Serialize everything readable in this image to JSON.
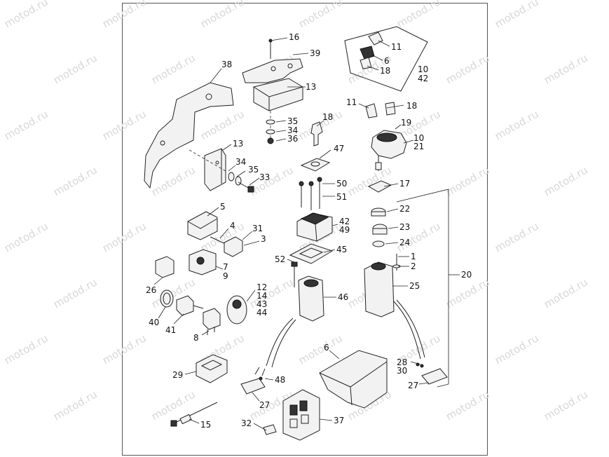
{
  "watermark": {
    "text": "motod.ru"
  },
  "callouts": [
    {
      "id": "c16",
      "text": "16"
    },
    {
      "id": "c39",
      "text": "39"
    },
    {
      "id": "c38",
      "text": "38"
    },
    {
      "id": "c13a",
      "text": "13"
    },
    {
      "id": "c11a",
      "text": "11"
    },
    {
      "id": "c6a",
      "text": "6"
    },
    {
      "id": "c18a",
      "text": "18"
    },
    {
      "id": "c10a",
      "text": "10"
    },
    {
      "id": "c42a",
      "text": "42"
    },
    {
      "id": "c11b",
      "text": "11"
    },
    {
      "id": "c18b",
      "text": "18"
    },
    {
      "id": "c19",
      "text": "19"
    },
    {
      "id": "c10b",
      "text": "10"
    },
    {
      "id": "c21",
      "text": "21"
    },
    {
      "id": "c35a",
      "text": "35"
    },
    {
      "id": "c34a",
      "text": "34"
    },
    {
      "id": "c36",
      "text": "36"
    },
    {
      "id": "c18c",
      "text": "18"
    },
    {
      "id": "c13b",
      "text": "13"
    },
    {
      "id": "c47",
      "text": "47"
    },
    {
      "id": "c34b",
      "text": "34"
    },
    {
      "id": "c35b",
      "text": "35"
    },
    {
      "id": "c33",
      "text": "33"
    },
    {
      "id": "c50",
      "text": "50"
    },
    {
      "id": "c17",
      "text": "17"
    },
    {
      "id": "c51",
      "text": "51"
    },
    {
      "id": "c5",
      "text": "5"
    },
    {
      "id": "c22",
      "text": "22"
    },
    {
      "id": "c4",
      "text": "4"
    },
    {
      "id": "c31",
      "text": "31"
    },
    {
      "id": "c42b",
      "text": "42"
    },
    {
      "id": "c49",
      "text": "49"
    },
    {
      "id": "c23",
      "text": "23"
    },
    {
      "id": "c3",
      "text": "3"
    },
    {
      "id": "c24",
      "text": "24"
    },
    {
      "id": "c45",
      "text": "45"
    },
    {
      "id": "c1",
      "text": "1"
    },
    {
      "id": "c52",
      "text": "52"
    },
    {
      "id": "c7",
      "text": "7"
    },
    {
      "id": "c2",
      "text": "2"
    },
    {
      "id": "c9",
      "text": "9"
    },
    {
      "id": "c20",
      "text": "20"
    },
    {
      "id": "c26",
      "text": "26"
    },
    {
      "id": "c25",
      "text": "25"
    },
    {
      "id": "c12",
      "text": "12"
    },
    {
      "id": "c14",
      "text": "14"
    },
    {
      "id": "c43",
      "text": "43"
    },
    {
      "id": "c44",
      "text": "44"
    },
    {
      "id": "c46",
      "text": "46"
    },
    {
      "id": "c40",
      "text": "40"
    },
    {
      "id": "c41",
      "text": "41"
    },
    {
      "id": "c8",
      "text": "8"
    },
    {
      "id": "c6b",
      "text": "6"
    },
    {
      "id": "c28",
      "text": "28"
    },
    {
      "id": "c30",
      "text": "30"
    },
    {
      "id": "c29",
      "text": "29"
    },
    {
      "id": "c48",
      "text": "48"
    },
    {
      "id": "c27a",
      "text": "27"
    },
    {
      "id": "c27b",
      "text": "27"
    },
    {
      "id": "c15",
      "text": "15"
    },
    {
      "id": "c37",
      "text": "37"
    },
    {
      "id": "c32",
      "text": "32"
    }
  ]
}
